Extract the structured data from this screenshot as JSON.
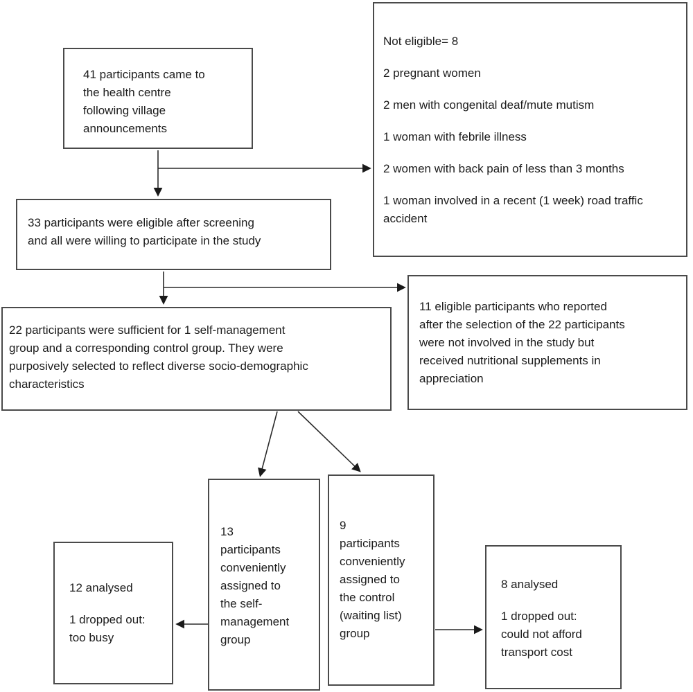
{
  "figure": {
    "kind": "participant-flow-diagram"
  },
  "colors": {
    "background": "#ffffff",
    "box_border": "#4a4a4a",
    "text": "#1c1c1c",
    "arrow": "#2a2a2a"
  },
  "boxes": {
    "arrived": {
      "lines": [
        "41 participants came to",
        "the health centre",
        "following village",
        "announcements"
      ]
    },
    "not_eligible": {
      "lines": [
        "Not eligible= 8",
        "2 pregnant women",
        "2 men with congenital deaf/mute mutism",
        "1 woman with febrile illness",
        "2 women with back pain of less than 3 months",
        "1 woman involved in a recent (1 week) road traffic accident"
      ]
    },
    "eligible": {
      "lines": [
        "33 participants were eligible after screening",
        "and all were willing to participate in the study"
      ]
    },
    "selected": {
      "lines": [
        "22 participants were sufficient for 1 self-management",
        "group and a corresponding control group. They were",
        "purposively selected to reflect diverse socio-demographic",
        "characteristics"
      ]
    },
    "late_reporters": {
      "lines": [
        "11 eligible participants who reported",
        "after the selection of the 22 participants",
        "were not involved in the study but",
        "received nutritional supplements in",
        "appreciation"
      ]
    },
    "self_management_group": {
      "lines": [
        "13",
        "participants",
        "conveniently",
        "assigned to",
        "the self-",
        "management",
        "group"
      ]
    },
    "control_group": {
      "lines": [
        "9",
        "participants",
        "conveniently",
        "assigned to",
        "the control",
        "(waiting list)",
        "group"
      ]
    },
    "self_management_analysed": {
      "lines": [
        "12 analysed",
        "1 dropped out:",
        "too busy"
      ]
    },
    "control_analysed": {
      "lines": [
        "8 analysed",
        "1 dropped out:",
        "could not afford",
        "transport cost"
      ]
    }
  }
}
